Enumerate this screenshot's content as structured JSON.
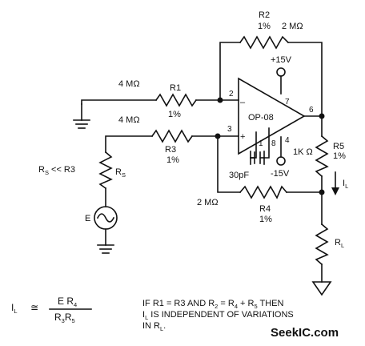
{
  "labels": {
    "r2_name": "R2",
    "r2_tol": "1%",
    "r2_val": "2 MΩ",
    "r1_val": "4 MΩ",
    "r1_name": "R1",
    "r1_tol": "1%",
    "r3_val": "4 MΩ",
    "r3_name": "R3",
    "r3_tol": "1%",
    "r4_val": "2 MΩ",
    "r4_name": "R4",
    "r4_tol": "1%",
    "r5_val": "1K Ω",
    "r5_name": "R5",
    "r5_tol": "1%",
    "opamp": "OP-08",
    "vpos": "+15V",
    "vneg": "-15V",
    "cap": "30pF",
    "pin2": "2",
    "pin3": "3",
    "pin4": "4",
    "pin6": "6",
    "pin7": "7",
    "pin1": "1",
    "pin8": "8",
    "minus": "–",
    "plus": "+",
    "rs_cond": "R",
    "rs_cond_sub": "S",
    "rs_cond_rest": " << R3",
    "rs_label": "R",
    "rs_label_sub": "S",
    "source": "E",
    "il_main": "I",
    "il_sub": "L",
    "rl_main": "R",
    "rl_sub": "L"
  },
  "formula": {
    "lhs_main": "I",
    "lhs_sub": "L",
    "approx": "≅",
    "num_main": "E R",
    "num_sub": "4",
    "den_r3": "R",
    "den_r3_sub": "3",
    "den_r5": "R",
    "den_r5_sub": "5"
  },
  "note": {
    "line1": "IF R1 = R3 AND R",
    "line1_sub2": "2",
    "line1_mid": " = R",
    "line1_sub4": "4",
    "line1_plus": " + R",
    "line1_sub5": "5",
    "line1_end": " THEN",
    "line2_main": "I",
    "line2_sub": "L",
    "line2_rest": " IS INDEPENDENT OF VARIATIONS",
    "line3_main": "IN R",
    "line3_sub": "L",
    "line3_end": "."
  },
  "watermark": "SeekIC.com"
}
